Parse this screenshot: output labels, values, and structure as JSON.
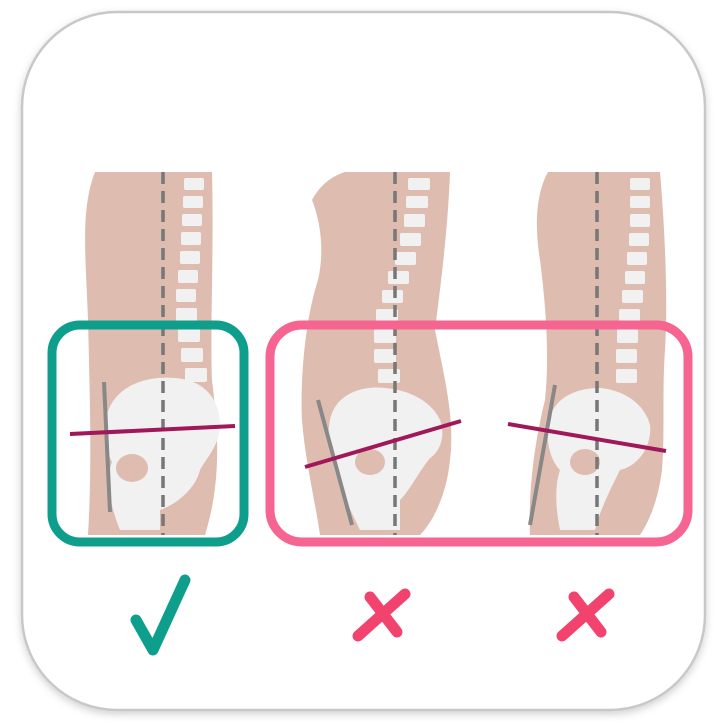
{
  "colors": {
    "card_background": "#ffffff",
    "card_border": "#c8c8c8",
    "skin": "#dfbcb0",
    "bone": "#f1f1f1",
    "spine_center_line": "#777777",
    "pelvis_axis_line": "#888888",
    "tilt_line": "#a0175a",
    "correct_frame": "#0e9e8c",
    "incorrect_frame": "#f66492",
    "check_mark": "#0e9e8c",
    "cross_mark": "#f2426e"
  },
  "figures": [
    {
      "id": "neutral-posture",
      "verdict": "correct",
      "verdict_icon": "check-mark-icon"
    },
    {
      "id": "anterior-tilt-posture",
      "verdict": "incorrect",
      "verdict_icon": "cross-mark-icon"
    },
    {
      "id": "posterior-tilt-posture",
      "verdict": "incorrect",
      "verdict_icon": "cross-mark-icon"
    }
  ],
  "groups": [
    {
      "id": "correct-group",
      "covers": [
        "neutral-posture"
      ]
    },
    {
      "id": "incorrect-group",
      "covers": [
        "anterior-tilt-posture",
        "posterior-tilt-posture"
      ]
    }
  ]
}
